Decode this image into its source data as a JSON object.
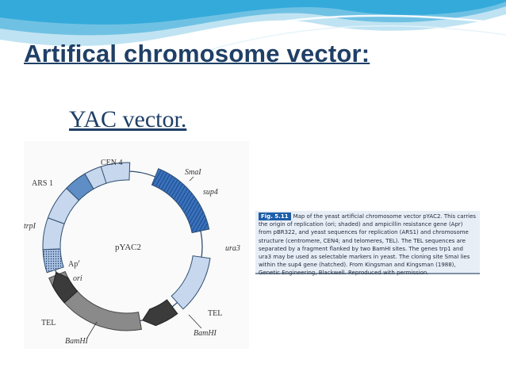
{
  "slide": {
    "title": "Artifical chromosome vector:",
    "subtitle": "YAC vector."
  },
  "diagram": {
    "plasmid_name": "pYAC2",
    "labels": {
      "cen4": "CEN 4",
      "smai": "SmaI",
      "sup4": "sup4",
      "ars1": "ARS 1",
      "trp1": "trpI",
      "ura3": "ura3",
      "apr": "Ap",
      "apr_sup": "r",
      "ori": "ori",
      "tel_left": "TEL",
      "tel_right": "TEL",
      "bamhi_left": "BamHI",
      "bamhi_right": "BamHI"
    },
    "colors": {
      "light_segment": "#c7d7ee",
      "mid_segment": "#5f8dc6",
      "sup4_hatched": "#2f67b3",
      "tel_segment": "#3b3b3b",
      "stuffer_segment": "#8a8a8a",
      "backbone": "#2f4f6f"
    }
  },
  "caption": {
    "fig_label": "Fig. 5.11",
    "text": "Map of the yeast artificial chromosome vector pYAC2. This carries the origin of replication (ori; shaded) and ampicillin resistance gene (Apr) from pBR322, and yeast sequences for replication (ARS1) and chromosome structure (centromere, CEN4; and telomeres, TEL). The TEL sequences are separated by a fragment flanked by two BamHI sites. The genes trp1 and ura3 may be used as selectable markers in yeast. The cloning site SmaI lies within the sup4 gene (hatched). From Kingsman and Kingsman (1988), Genetic Engineering, Blackwell. Reproduced with permission."
  }
}
